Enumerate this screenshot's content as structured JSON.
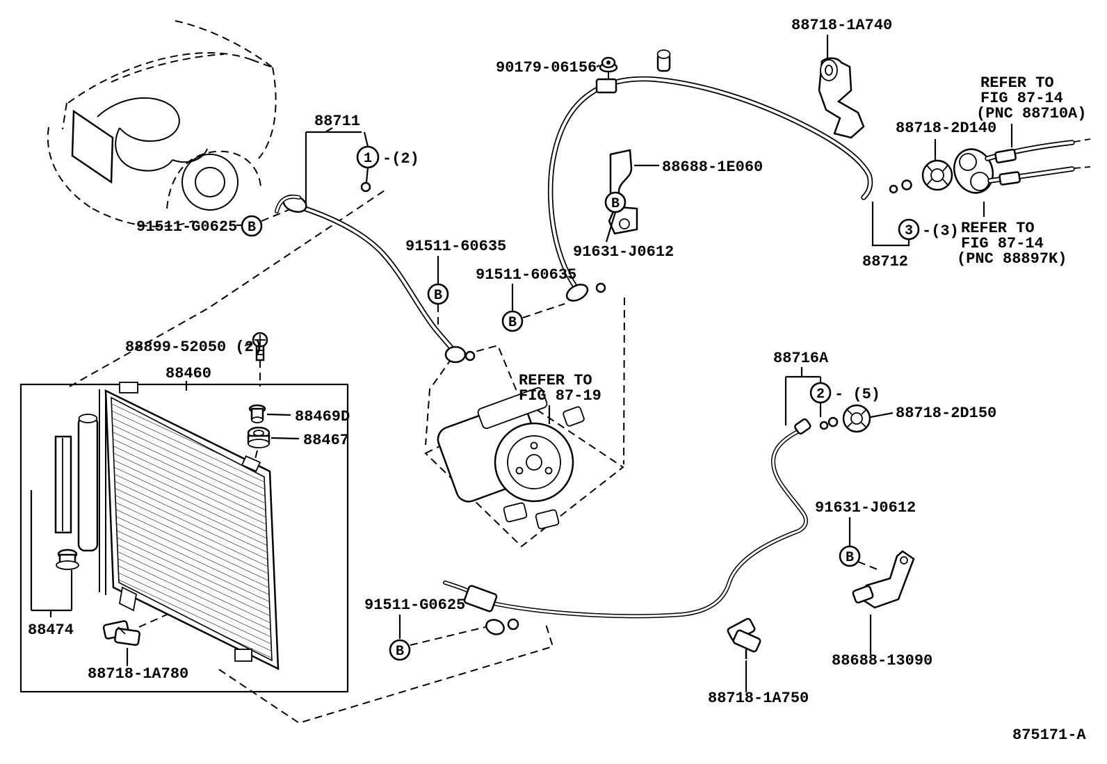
{
  "doc": {
    "number": "875171-A"
  },
  "parts": {
    "p88718_1a740": "88718-1A740",
    "p90179_06156": "90179-06156",
    "p88718_2d140": "88718-2D140",
    "p88688_1e060": "88688-1E060",
    "p91631_j0612_top": "91631-J0612",
    "p88712": "88712",
    "p88711": "88711",
    "p91511_g0625_top": "91511-G0625",
    "p91511_60635_a": "91511-60635",
    "p91511_60635_b": "91511-60635",
    "p88899_52050": "88899-52050 (2)",
    "p88460": "88460",
    "p88469d": "88469D",
    "p88467": "88467",
    "p88716a": "88716A",
    "p88718_2d150": "88718-2D150",
    "p91631_j0612_right": "91631-J0612",
    "p88474": "88474",
    "p88718_1a780": "88718-1A780",
    "p91511_g0625_bottom": "91511-G0625",
    "p88718_1a750": "88718-1A750",
    "p88688_13090": "88688-13090"
  },
  "refs": {
    "fig_87_14_a": {
      "line1": "REFER TO",
      "line2": "FIG 87-14",
      "line3": "(PNC 88710A)"
    },
    "fig_87_14_b": {
      "line1": "REFER TO",
      "line2": "FIG 87-14",
      "line3": "(PNC 88897K)"
    },
    "fig_87_19": {
      "line1": "REFER TO",
      "line2": "FIG 87-19"
    }
  },
  "callouts": {
    "c1": {
      "num": "1",
      "qty": "-(2)"
    },
    "c2": {
      "num": "2",
      "qty": "- (5)"
    },
    "c3": {
      "num": "3",
      "qty": "-(3)"
    },
    "b": "B"
  },
  "colors": {
    "line": "#000000",
    "background": "#ffffff"
  }
}
